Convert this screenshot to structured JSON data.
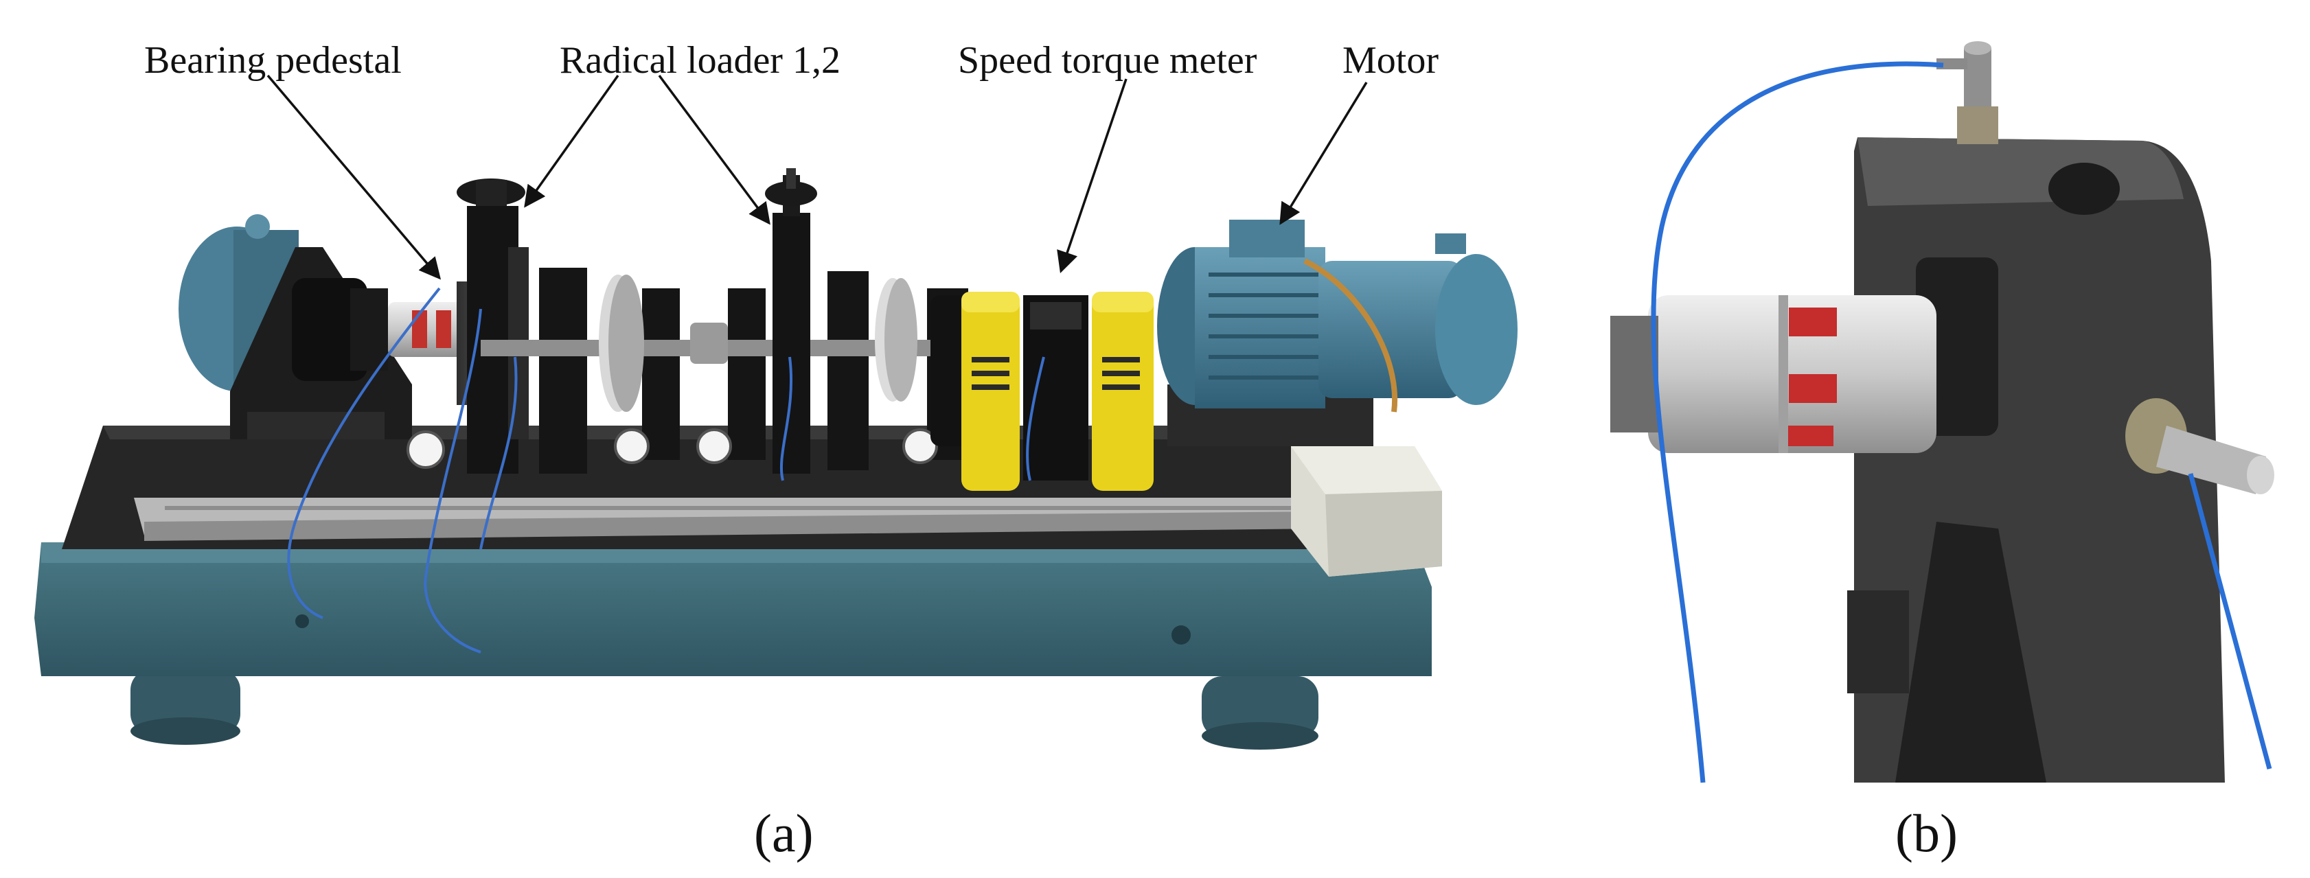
{
  "labels": {
    "bearing_pedestal": "Bearing pedestal",
    "radial_loader": "Radical loader 1,2",
    "speed_torque_meter": "Speed torque meter",
    "motor": "Motor"
  },
  "captions": {
    "a": "(a)",
    "b": "(b)"
  },
  "colors": {
    "base": "#3e6a76",
    "motor": "#4b7f97",
    "yellow": "#e8d21c",
    "black": "#161616",
    "cable": "#2a6fd6",
    "rail": "#a8a8a8"
  }
}
